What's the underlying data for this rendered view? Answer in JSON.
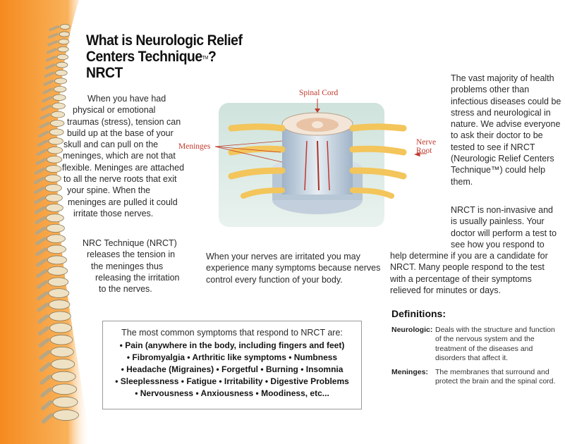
{
  "title": {
    "line1": "What is Neurologic Relief",
    "line2": "Centers Technique",
    "trademark": "TM",
    "line2_suffix": "?",
    "line3": "NRCT"
  },
  "intro_paragraph": [
    "When you have had",
    "physical or emotional",
    "traumas (stress), tension can",
    "build up at the base of your",
    "skull and can pull on the",
    "meninges, which are not that",
    "flexible. Meninges are attached",
    "to all the nerve roots that exit",
    "your spine. When the",
    "meninges are pulled it could",
    "irritate those nerves."
  ],
  "nrct_paragraph": [
    "NRC Technique (NRCT)",
    "releases the tension in",
    "the meninges thus",
    "releasing the irritation",
    "to the nerves."
  ],
  "diagram": {
    "label_spinal_cord": "Spinal Cord",
    "label_meninges": "Meninges",
    "label_nerve": "Nerve",
    "label_root": "Root"
  },
  "nerves_paragraph": [
    "When your nerves are irritated you may",
    "experience many symptoms because nerves",
    "control every function of your body."
  ],
  "right_paragraph_1": [
    "The vast majority of health",
    "problems other than",
    "infectious diseases could be",
    "stress and neurological in",
    "nature. We advise everyone",
    "to ask their doctor to be",
    "tested to see if NRCT",
    "(Neurologic Relief Centers",
    "Technique™) could help",
    "them."
  ],
  "right_paragraph_2": [
    "NRCT is non-invasive and",
    "is usually painless. Your",
    "doctor will perform a test to",
    "see how you respond to",
    "help determine if you are a candidate for",
    "NRCT. Many people respond to the test",
    "with a percentage of their symptoms",
    "relieved for minutes or days."
  ],
  "symptoms": {
    "intro": "The most common symptoms that respond to NRCT are:",
    "lines": [
      "• Pain (anywhere in the body, including fingers and feet)",
      "• Fibromyalgia • Arthritic like symptoms • Numbness",
      "• Headache (Migraines) • Forgetful  • Burning • Insomnia",
      "• Sleeplessness • Fatigue • Irritability • Digestive Problems",
      "• Nervousness • Anxiousness • Moodiness, etc..."
    ]
  },
  "definitions": {
    "heading": "Definitions:",
    "items": [
      {
        "term": "Neurologic:",
        "lines": [
          "Deals with the structure and function",
          "of the nervous system and the",
          "treatment of the diseases and",
          "disorders that affect it."
        ]
      },
      {
        "term": "Meninges:",
        "lines": [
          "The membranes that surround and",
          "protect the brain and the spinal cord."
        ]
      }
    ]
  },
  "colors": {
    "spine_band": "#f7941d",
    "label_red": "#c0392b"
  }
}
